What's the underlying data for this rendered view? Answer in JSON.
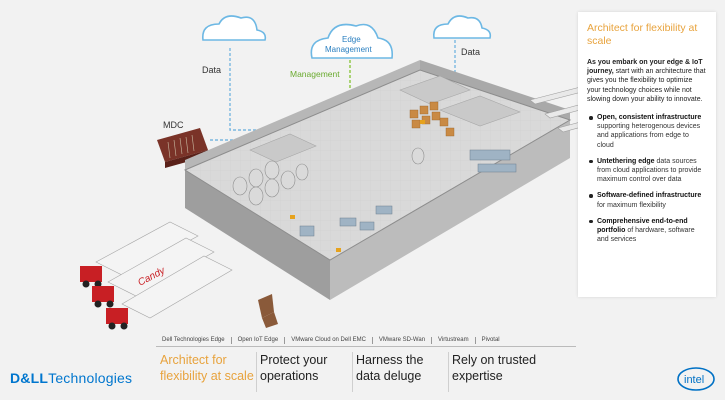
{
  "diagram": {
    "labels": {
      "data_left": "Data",
      "edge_management_line1": "Edge",
      "edge_management_line2": "Management",
      "data_right": "Data",
      "management": "Management",
      "mdc": "MDC",
      "truck_brand": "Candy"
    },
    "colors": {
      "cloud_stroke": "#6db8e4",
      "data_line": "#7ab8e0",
      "management_line": "#8cc63f",
      "accent": "#e8a33d"
    }
  },
  "panel": {
    "title": "Architect for flexibility at scale",
    "intro_bold": "As you embark on your edge & IoT journey,",
    "intro_rest": " start with an architecture that gives you the flexibility to optimize your technology choices while not slowing down your ability to innovate.",
    "bullets": [
      {
        "bold": "Open, consistent infrastructure",
        "rest": " supporting heterogenous devices and applications from edge to cloud"
      },
      {
        "bold": "Untethering edge",
        "rest": " data sources from cloud applications to provide maximum control over data"
      },
      {
        "bold": "Software-defined infrastructure",
        "rest": " for maximum flexibility"
      },
      {
        "bold": "Comprehensive end-to-end portfolio",
        "rest": " of hardware, software and services"
      }
    ]
  },
  "tabs": [
    "Dell Technologies Edge",
    "Open IoT Edge",
    "VMware Cloud on Dell EMC",
    "VMware SD-Wan",
    "Virtustream",
    "Pivotal"
  ],
  "cards": [
    "Architect for flexibility at scale",
    "Protect your operations",
    "Harness the data deluge",
    "Rely on trusted expertise"
  ],
  "brand": {
    "dell_bold": "D&LL",
    "dell_rest": "Technologies",
    "intel": "intel"
  }
}
